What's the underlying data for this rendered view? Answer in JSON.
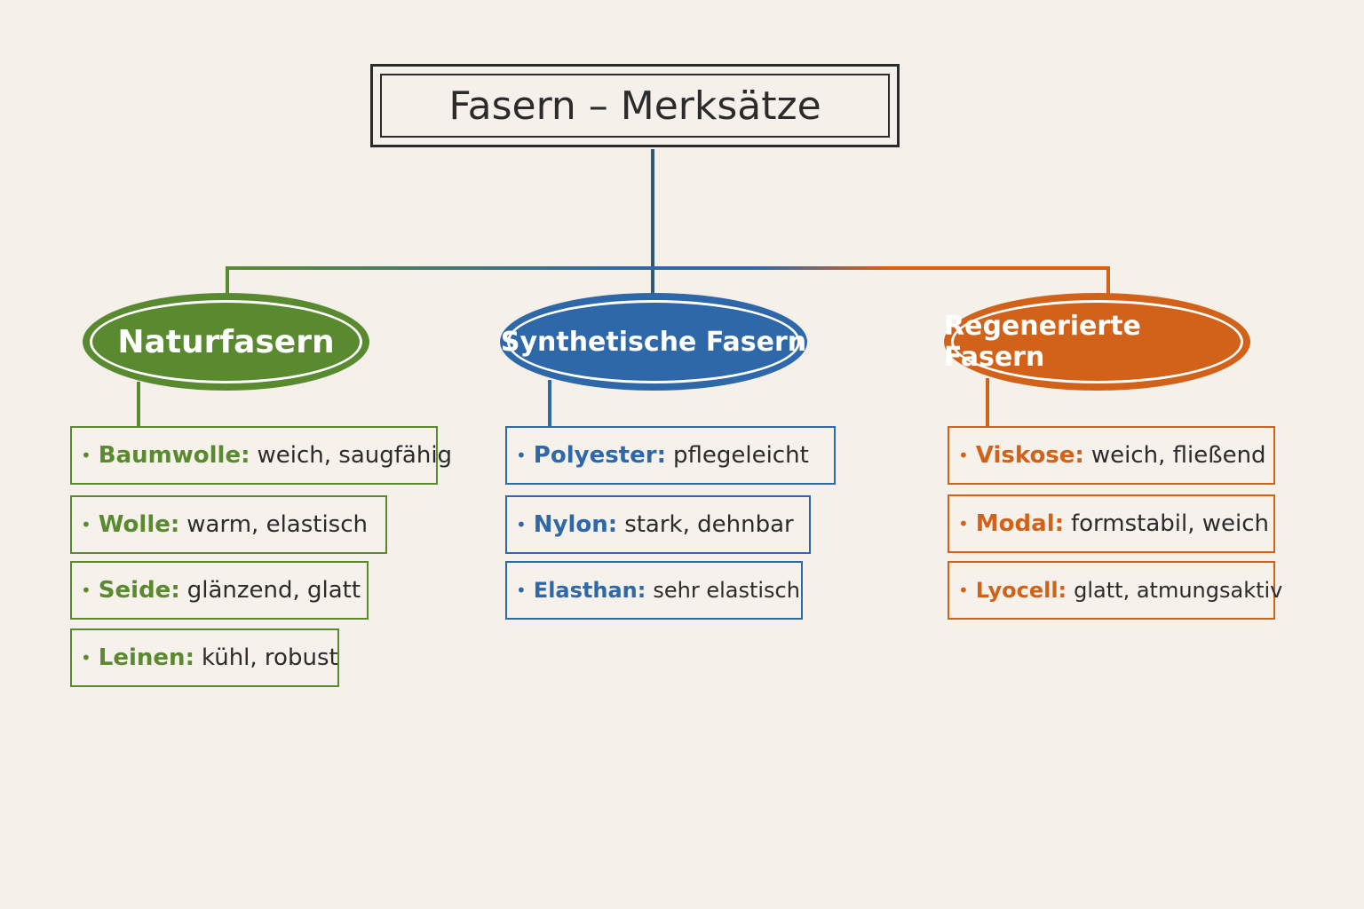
{
  "title": "Fasern – Merksätze",
  "colors": {
    "green": "#5a8a30",
    "blue": "#2e68a8",
    "orange": "#d2621a",
    "background": "#f5f1ea"
  },
  "categories": [
    {
      "label": "Naturfasern",
      "items": [
        {
          "name": "Baumwolle:",
          "desc": "weich, saugfähig"
        },
        {
          "name": "Wolle:",
          "desc": "warm, elastisch"
        },
        {
          "name": "Seide:",
          "desc": "glänzend, glatt"
        },
        {
          "name": "Leinen:",
          "desc": "kühl, robust"
        }
      ]
    },
    {
      "label": "Synthetische Fasern",
      "items": [
        {
          "name": "Polyester:",
          "desc": "pflegeleicht"
        },
        {
          "name": "Nylon:",
          "desc": "stark, dehnbar"
        },
        {
          "name": "Elasthan:",
          "desc": "sehr elastisch"
        }
      ]
    },
    {
      "label": "Regenerierte Fasern",
      "items": [
        {
          "name": "Viskose:",
          "desc": "weich, fließend"
        },
        {
          "name": "Modal:",
          "desc": "formstabil, weich"
        },
        {
          "name": "Lyocell:",
          "desc": "glatt, atmungsaktiv"
        }
      ]
    }
  ]
}
